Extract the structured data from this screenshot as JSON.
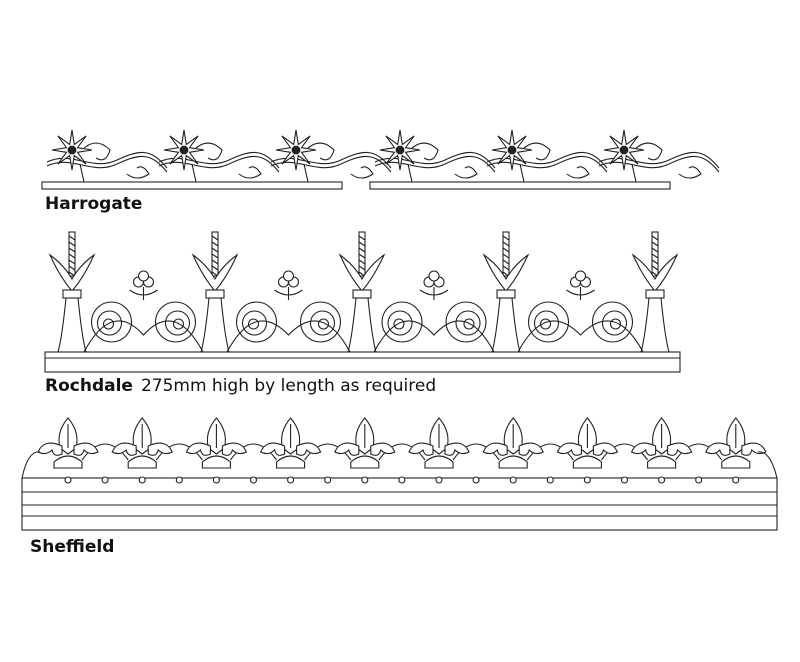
{
  "products": [
    {
      "name": "Harrogate",
      "description": ""
    },
    {
      "name": "Rochdale",
      "description": "275mm high by length as required"
    },
    {
      "name": "Sheffield",
      "description": ""
    }
  ]
}
